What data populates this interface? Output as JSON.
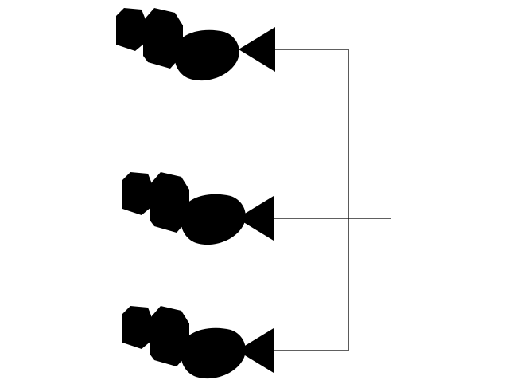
{
  "diagram": {
    "parts": [
      {
        "id": "bulb-socket-top",
        "icon": "bulb-socket-icon"
      },
      {
        "id": "bulb-socket-middle",
        "icon": "bulb-socket-icon"
      },
      {
        "id": "bulb-socket-bottom",
        "icon": "bulb-socket-icon"
      }
    ],
    "colors": {
      "line": "#000000",
      "background": "#ffffff"
    }
  }
}
